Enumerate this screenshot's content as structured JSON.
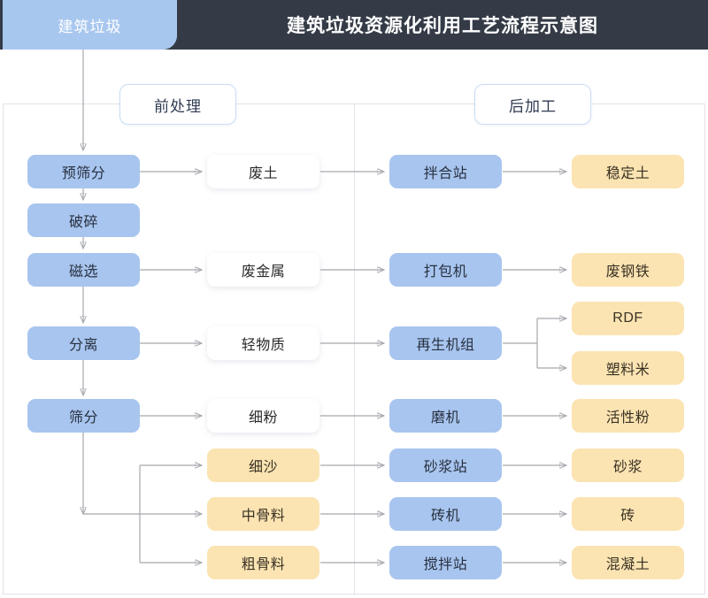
{
  "header": {
    "tab_label": "建筑垃圾",
    "title": "建筑垃圾资源化利用工艺流程示意图",
    "bar_color": "#343b47",
    "tab_color": "#a8c7ef"
  },
  "sections": {
    "pre_label": "前处理",
    "post_label": "后加工"
  },
  "palette": {
    "blue": "#a8c5ef",
    "yellow": "#fbe4b2",
    "white": "#ffffff",
    "line": "#a6a8ad",
    "frame": "#e3e3ea"
  },
  "nodes": {
    "process": [
      {
        "id": "pre-screen",
        "label": "预筛分",
        "type": "blue"
      },
      {
        "id": "crush",
        "label": "破碎",
        "type": "blue"
      },
      {
        "id": "magnetic",
        "label": "磁选",
        "type": "blue"
      },
      {
        "id": "separate",
        "label": "分离",
        "type": "blue"
      },
      {
        "id": "screen",
        "label": "筛分",
        "type": "blue"
      }
    ],
    "intermediate": [
      {
        "id": "waste-soil",
        "label": "废土",
        "type": "white"
      },
      {
        "id": "waste-metal",
        "label": "废金属",
        "type": "white"
      },
      {
        "id": "light-matter",
        "label": "轻物质",
        "type": "white"
      },
      {
        "id": "fine-powder",
        "label": "细粉",
        "type": "white"
      },
      {
        "id": "fine-sand",
        "label": "细沙",
        "type": "yellow"
      },
      {
        "id": "mid-agg",
        "label": "中骨料",
        "type": "yellow"
      },
      {
        "id": "coarse-agg",
        "label": "粗骨料",
        "type": "yellow"
      }
    ],
    "equipment": [
      {
        "id": "mixing-plant",
        "label": "拌合站",
        "type": "blue"
      },
      {
        "id": "baler",
        "label": "打包机",
        "type": "blue"
      },
      {
        "id": "regen-unit",
        "label": "再生机组",
        "type": "blue"
      },
      {
        "id": "mill",
        "label": "磨机",
        "type": "blue"
      },
      {
        "id": "mortar-plant",
        "label": "砂浆站",
        "type": "blue"
      },
      {
        "id": "brick-machine",
        "label": "砖机",
        "type": "blue"
      },
      {
        "id": "batch-plant",
        "label": "搅拌站",
        "type": "blue"
      }
    ],
    "products": [
      {
        "id": "stabilized-soil",
        "label": "稳定土",
        "type": "yellow"
      },
      {
        "id": "scrap-steel",
        "label": "废钢铁",
        "type": "yellow"
      },
      {
        "id": "rdf",
        "label": "RDF",
        "type": "yellow"
      },
      {
        "id": "plastic-pellet",
        "label": "塑料米",
        "type": "yellow"
      },
      {
        "id": "active-powder",
        "label": "活性粉",
        "type": "yellow"
      },
      {
        "id": "mortar",
        "label": "砂浆",
        "type": "yellow"
      },
      {
        "id": "brick",
        "label": "砖",
        "type": "yellow"
      },
      {
        "id": "concrete",
        "label": "混凝土",
        "type": "yellow"
      }
    ]
  }
}
